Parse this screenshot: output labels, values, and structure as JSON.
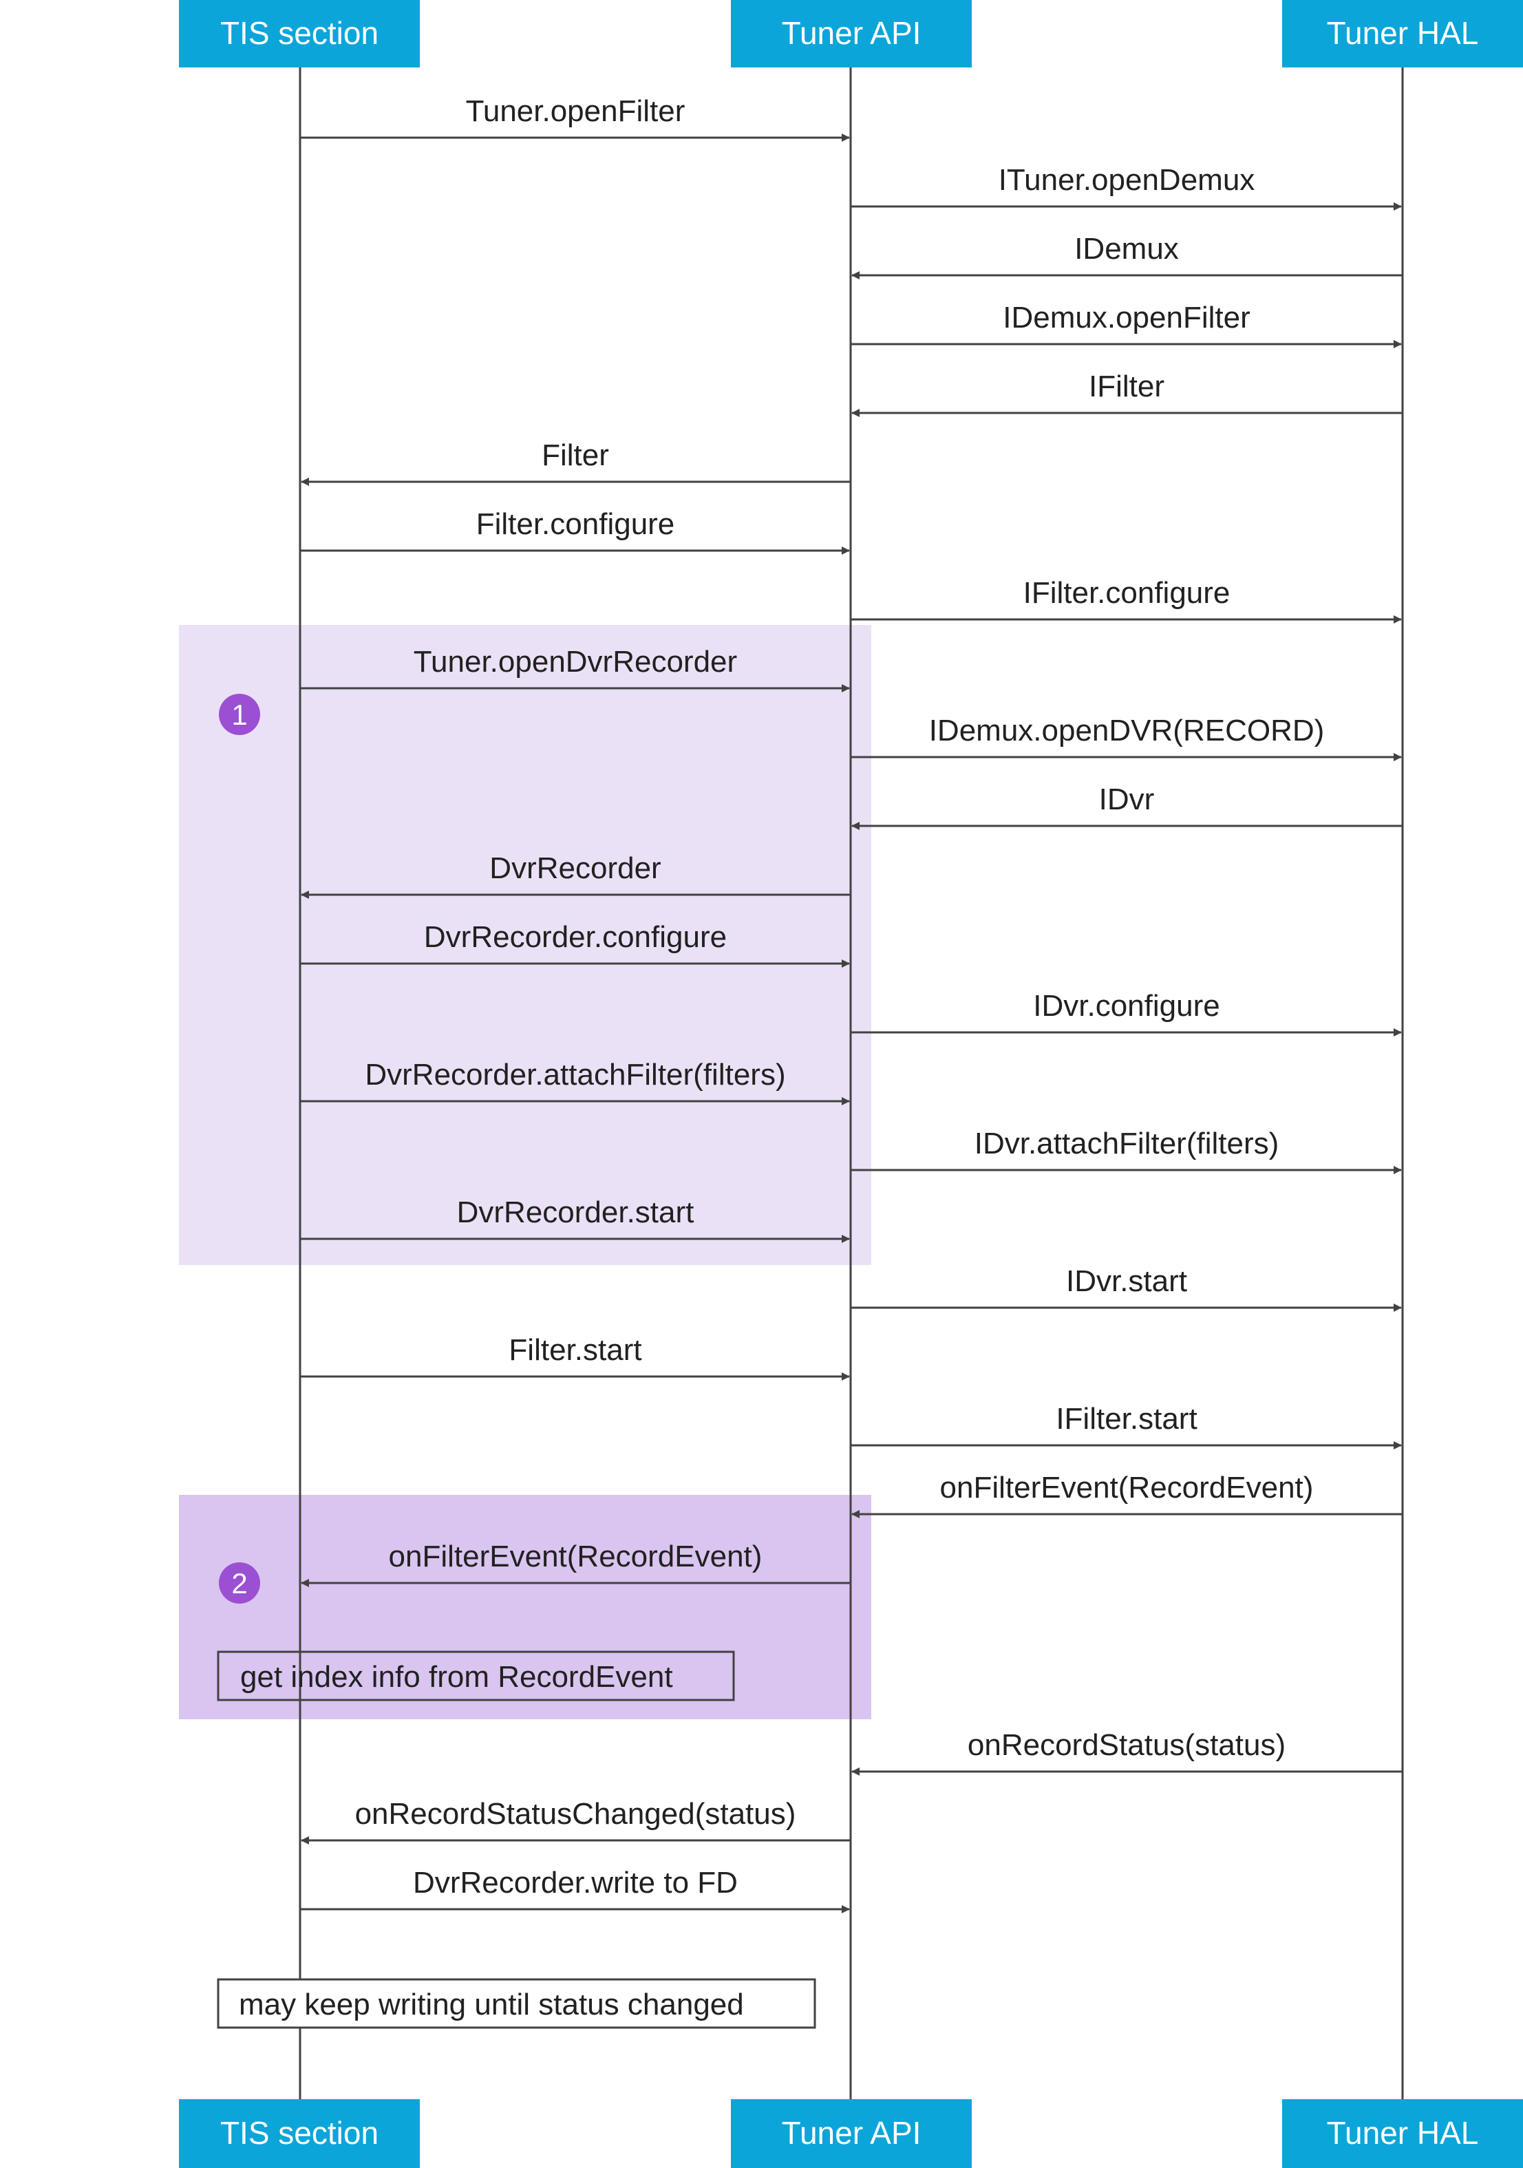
{
  "participants": [
    {
      "id": "tis",
      "label": "TIS section"
    },
    {
      "id": "api",
      "label": "Tuner API"
    },
    {
      "id": "hal",
      "label": "Tuner HAL"
    }
  ],
  "colors": {
    "header": "#0ba5d9",
    "line": "#424242",
    "group1": "#ebe1f6",
    "group2": "#d9c5ef",
    "badge": "#9b4fd3"
  },
  "groups": [
    {
      "id": "group-1",
      "badge": "1"
    },
    {
      "id": "group-2",
      "badge": "2"
    }
  ],
  "messages": [
    {
      "from": "tis",
      "to": "api",
      "label": "Tuner.openFilter"
    },
    {
      "from": "api",
      "to": "hal",
      "label": "ITuner.openDemux"
    },
    {
      "from": "hal",
      "to": "api",
      "label": "IDemux"
    },
    {
      "from": "api",
      "to": "hal",
      "label": "IDemux.openFilter"
    },
    {
      "from": "hal",
      "to": "api",
      "label": "IFilter"
    },
    {
      "from": "api",
      "to": "tis",
      "label": "Filter"
    },
    {
      "from": "tis",
      "to": "api",
      "label": "Filter.configure"
    },
    {
      "from": "api",
      "to": "hal",
      "label": "IFilter.configure"
    },
    {
      "from": "tis",
      "to": "api",
      "label": "Tuner.openDvrRecorder"
    },
    {
      "from": "api",
      "to": "hal",
      "label": "IDemux.openDVR(RECORD)"
    },
    {
      "from": "hal",
      "to": "api",
      "label": "IDvr"
    },
    {
      "from": "api",
      "to": "tis",
      "label": "DvrRecorder"
    },
    {
      "from": "tis",
      "to": "api",
      "label": "DvrRecorder.configure"
    },
    {
      "from": "api",
      "to": "hal",
      "label": "IDvr.configure"
    },
    {
      "from": "tis",
      "to": "api",
      "label": "DvrRecorder.attachFilter(filters)"
    },
    {
      "from": "api",
      "to": "hal",
      "label": "IDvr.attachFilter(filters)"
    },
    {
      "from": "tis",
      "to": "api",
      "label": "DvrRecorder.start"
    },
    {
      "from": "api",
      "to": "hal",
      "label": "IDvr.start"
    },
    {
      "from": "tis",
      "to": "api",
      "label": "Filter.start"
    },
    {
      "from": "api",
      "to": "hal",
      "label": "IFilter.start"
    },
    {
      "from": "hal",
      "to": "api",
      "label": "onFilterEvent(RecordEvent)"
    },
    {
      "from": "api",
      "to": "tis",
      "label": "onFilterEvent(RecordEvent)"
    },
    {
      "from": "hal",
      "to": "api",
      "label": "onRecordStatus(status)"
    },
    {
      "from": "api",
      "to": "tis",
      "label": "onRecordStatusChanged(status)"
    },
    {
      "from": "tis",
      "to": "api",
      "label": "DvrRecorder.write to FD"
    }
  ],
  "notes": [
    {
      "label": "get index info from RecordEvent"
    },
    {
      "label": "may keep writing until status changed"
    }
  ]
}
